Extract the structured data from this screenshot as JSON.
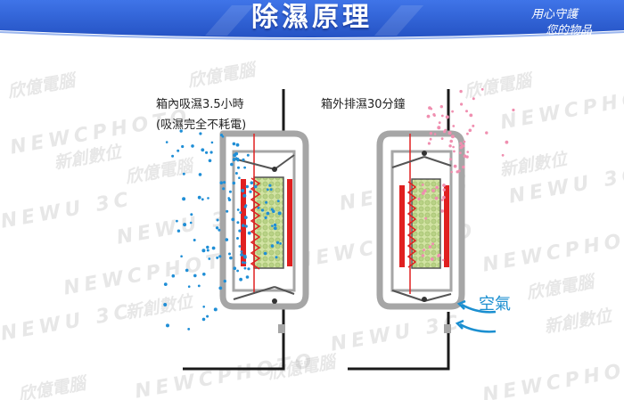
{
  "header": {
    "title": "除濕原理",
    "slogan_line1": "用心守護",
    "slogan_line2": "您的物品",
    "bg_color": "#2f62d6"
  },
  "watermarks": {
    "brand_cn": "欣億電腦",
    "brand_en": "NEWCPHOTO",
    "shop_cn": "新創數位",
    "shop_en": "NEWU 3C"
  },
  "left_panel": {
    "label_line1": "箱內吸濕3.5小時",
    "label_line2": "(吸濕完全不耗電)",
    "particle_color": "#1f8ed6"
  },
  "right_panel": {
    "label": "箱外排濕30分鐘",
    "air_label": "空氣",
    "particle_color": "#f08fb0"
  },
  "colors": {
    "heater": "#e02020",
    "silica": "#d2e3a3",
    "frame": "#a6a6a6",
    "wall": "#1a1a1a"
  }
}
